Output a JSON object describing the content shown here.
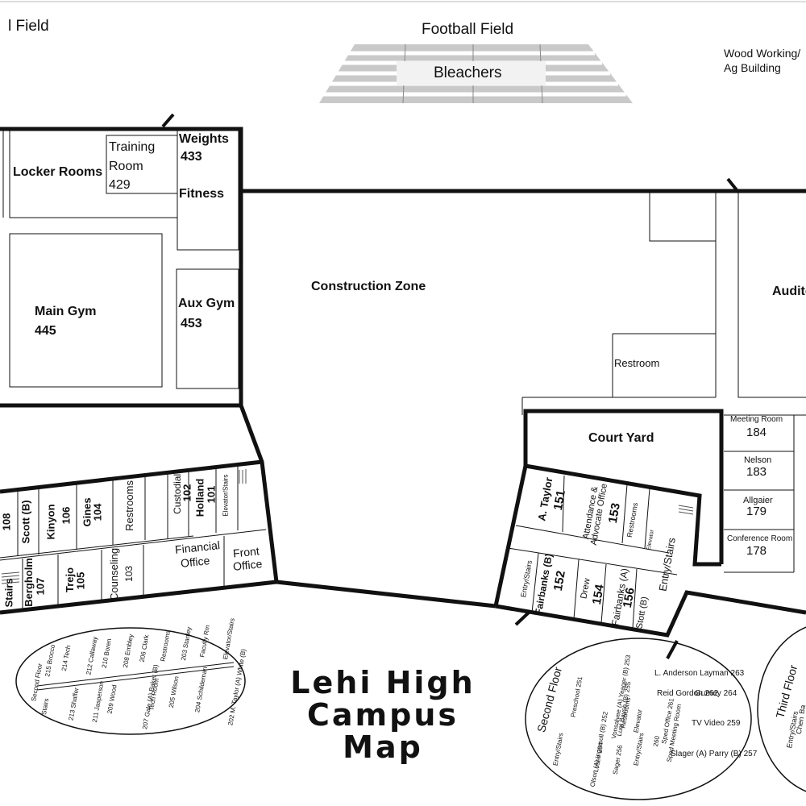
{
  "top": {
    "left_field": "l Field",
    "football_field": "Football Field",
    "bleachers": "Bleachers",
    "woodworking_line1": "Wood Working/",
    "woodworking_line2": "Ag Building"
  },
  "gym_wing": {
    "locker_rooms": "Locker Rooms",
    "training_room": "Training",
    "training_room2": "Room",
    "training_room_no": "429",
    "weights": "Weights",
    "weights_no": "433",
    "fitness": "Fitness",
    "main_gym": "Main Gym",
    "main_gym_no": "445",
    "aux_gym": "Aux Gym",
    "aux_gym_no": "453"
  },
  "center": {
    "construction_zone": "Construction Zone",
    "restroom": "Restroom",
    "auditorium": "Audito"
  },
  "west_hall": {
    "r108": "108",
    "scott": "Scott (B)",
    "kinyon": "Kinyon",
    "r106": "106",
    "gines": "Gines",
    "r104": "104",
    "restrooms": "Restrooms",
    "custodial": "Custodial",
    "r102": "102",
    "holland": "Holland",
    "r101": "101",
    "elevator_stairs": "Elevator/Stairs",
    "stairs_tiny": "Stairs",
    "bergholm": "Bergholm",
    "r107": "107",
    "trejo": "Trejo",
    "r105": "105",
    "counseling": "Counseling",
    "r103": "103",
    "financial1": "Financial",
    "financial2": "Office",
    "front1": "Front",
    "front2": "Office",
    "stairs": "Stairs"
  },
  "east_wing": {
    "court_yard": "Court Yard",
    "a_taylor": "A. Taylor",
    "r151": "151",
    "attendance1": "Attendance &",
    "attendance2": "Advocate Office",
    "r153": "153",
    "restrooms": "Restrooms",
    "elevator": "Elevator",
    "entry_stairs_big": "Entry/Stairs",
    "entry_stairs_small": "Entry/Stairs",
    "fairbanks_b": "Fairbanks (B)",
    "r152": "152",
    "drew": "Drew",
    "r154": "154",
    "fairbanks_a": "Fairbanks (A)",
    "r156": "156",
    "stott": "Stott (B)",
    "meeting_room": "Meeting Room",
    "r184": "184",
    "nelson": "Nelson",
    "r183": "183",
    "allgaier": "Allgaier",
    "r179": "179",
    "conference_room": "Conference Room",
    "r178": "178"
  },
  "title": {
    "line1": "Lehi High",
    "line2": "Campus",
    "line3": "Map"
  },
  "second_floor_west": {
    "heading": "Second Floor",
    "top_row": [
      "215 Brocco",
      "214 Tech",
      "212 Callaway",
      "210 Boren",
      "208 Embley",
      "206 Clark",
      "Restrooms",
      "203 Stanley",
      "Faculty Rm",
      "Elevator/Stairs"
    ],
    "bottom_row": [
      "Stairs",
      "213 Shaffer",
      "211 Jasperson",
      "209 Wood",
      "207 Gale (A) Baker (B)",
      "Tech Room",
      "205 Wilson",
      "204 Schildeman",
      "202 M. Taylor (A) White (B)"
    ]
  },
  "second_floor_east": {
    "heading": "Second Floor",
    "labels": [
      "Preschool 251",
      "Vonsalvee (A) Yeager (B) 253",
      "Lunt Bayse (B) 255",
      "Restrooms",
      "Elevator",
      "L. Anderson Layman 263",
      "Reid Gordon 262",
      "Sped Office 261",
      "Sped Meeting Room",
      "260",
      "Gurney 264",
      "TV Video 259",
      "Slager (A) Parry (B) 257",
      "Entry/Stairs",
      "Olson (A) Ingersoll (B) 252",
      "Losee 254",
      "Sager 256",
      "Entry/Stairs"
    ]
  },
  "third_floor": {
    "heading": "Third Floor",
    "labels": [
      "Entry/Stairs",
      "Chen",
      "Ba"
    ]
  }
}
